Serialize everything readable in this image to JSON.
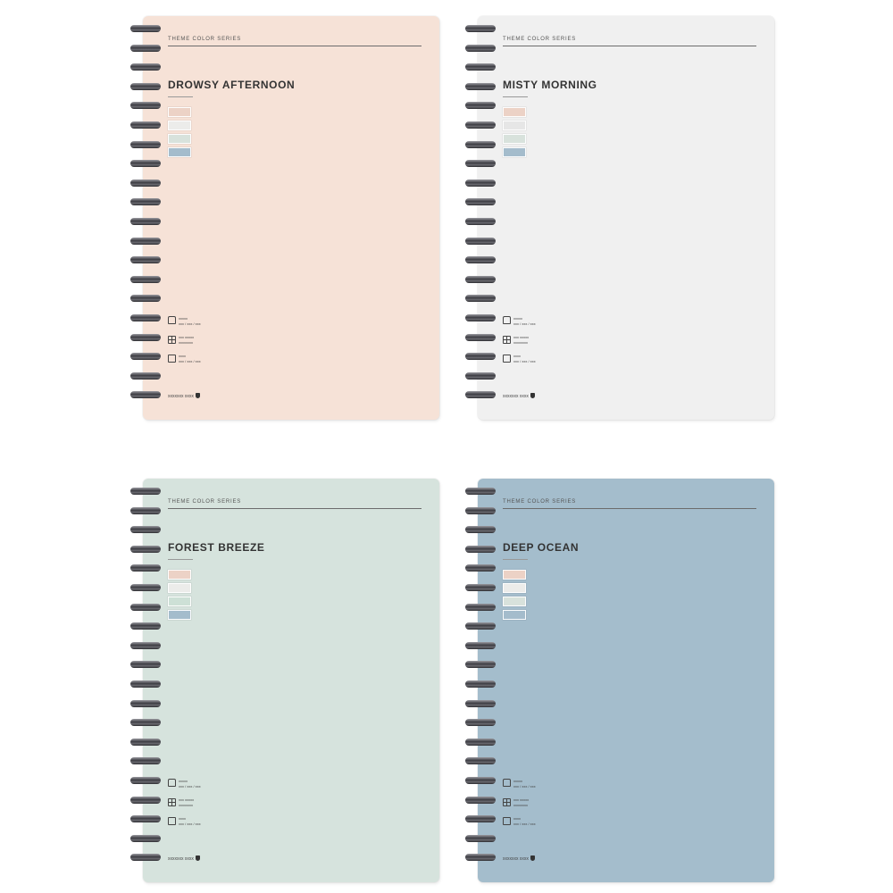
{
  "notebooks": [
    {
      "series_label": "THEME COLOR SERIES",
      "title": "DROWSY AFTERNOON",
      "cover_color": "#f6e2d7",
      "swatches": [
        "#ecd2c6",
        "#ececea",
        "#d8e2dc",
        "#a4bccc"
      ],
      "specs": [
        {
          "line1": "xxxxx",
          "line2": "xxx / xxx / xxx"
        },
        {
          "line1": "xxx xxxxx",
          "line2": "xxxxxxxx"
        },
        {
          "line1": "xxxx",
          "line2": "xxx / xxx / xxx"
        }
      ],
      "brand": "xxxxxxx xxxx"
    },
    {
      "series_label": "THEME COLOR SERIES",
      "title": "MISTY MORNING",
      "cover_color": "#f0f0f0",
      "swatches": [
        "#ecd2c6",
        "#e6e6e6",
        "#d8e2dc",
        "#a4bccc"
      ],
      "specs": [
        {
          "line1": "xxxxx",
          "line2": "xxx / xxx / xxx"
        },
        {
          "line1": "xxx xxxxx",
          "line2": "xxxxxxxx"
        },
        {
          "line1": "xxxx",
          "line2": "xxx / xxx / xxx"
        }
      ],
      "brand": "xxxxxxx xxxx"
    },
    {
      "series_label": "THEME COLOR SERIES",
      "title": "FOREST BREEZE",
      "cover_color": "#d6e3dd",
      "swatches": [
        "#ecd2c6",
        "#ececea",
        "#cde0d6",
        "#a4bccc"
      ],
      "specs": [
        {
          "line1": "xxxxx",
          "line2": "xxx / xxx / xxx"
        },
        {
          "line1": "xxx xxxxx",
          "line2": "xxxxxxxx"
        },
        {
          "line1": "xxxx",
          "line2": "xxx / xxx / xxx"
        }
      ],
      "brand": "xxxxxxx xxxx"
    },
    {
      "series_label": "THEME COLOR SERIES",
      "title": "DEEP OCEAN",
      "cover_color": "#a4bdcc",
      "swatches": [
        "#ecd2c6",
        "#ececea",
        "#d8e2dc",
        "#a4bccc"
      ],
      "specs": [
        {
          "line1": "xxxxx",
          "line2": "xxx / xxx / xxx"
        },
        {
          "line1": "xxx xxxxx",
          "line2": "xxxxxxxx"
        },
        {
          "line1": "xxxx",
          "line2": "xxx / xxx / xxx"
        }
      ],
      "brand": "xxxxxxx xxxx"
    }
  ]
}
